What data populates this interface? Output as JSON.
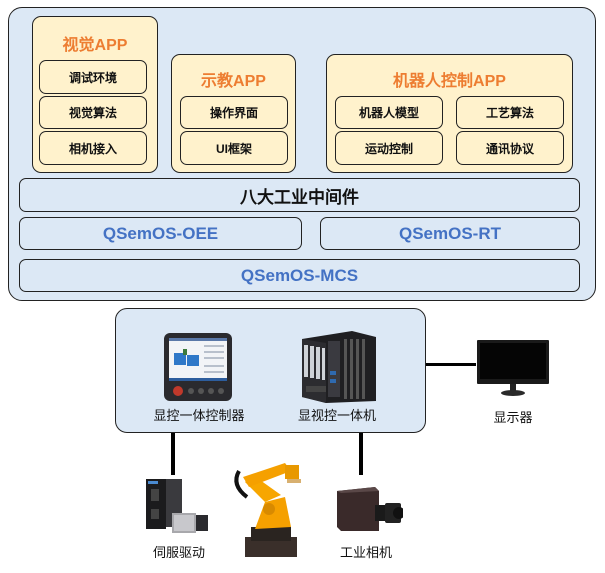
{
  "software_stack": {
    "apps": [
      {
        "title": "视觉APP",
        "modules": [
          "调试环境",
          "视觉算法",
          "相机接入"
        ]
      },
      {
        "title": "示教APP",
        "modules": [
          "操作界面",
          "UI框架"
        ]
      },
      {
        "title": "机器人控制APP",
        "modules": [
          "机器人模型",
          "工艺算法",
          "运动控制",
          "通讯协议"
        ]
      }
    ],
    "middleware": "八大工业中间件",
    "os_layers": {
      "oee": "QSemOS-OEE",
      "rt": "QSemOS-RT",
      "mcs": "QSemOS-MCS"
    }
  },
  "hardware": {
    "controller": {
      "label": "显控一体控制器",
      "icon": "touch-panel-controller-icon"
    },
    "ipc": {
      "label": "显视控一体机",
      "icon": "industrial-pc-icon"
    },
    "monitor": {
      "label": "显示器",
      "icon": "monitor-icon"
    },
    "servo": {
      "label": "伺服驱动",
      "icon": "servo-drive-icon"
    },
    "robot": {
      "label": "",
      "icon": "industrial-robot-arm-icon"
    },
    "camera": {
      "label": "工业相机",
      "icon": "industrial-camera-icon"
    }
  },
  "colors": {
    "panel_bg": "#dce8f5",
    "app_bg": "#fff2cc",
    "app_title": "#ed7d31",
    "os_text": "#4472c4"
  }
}
